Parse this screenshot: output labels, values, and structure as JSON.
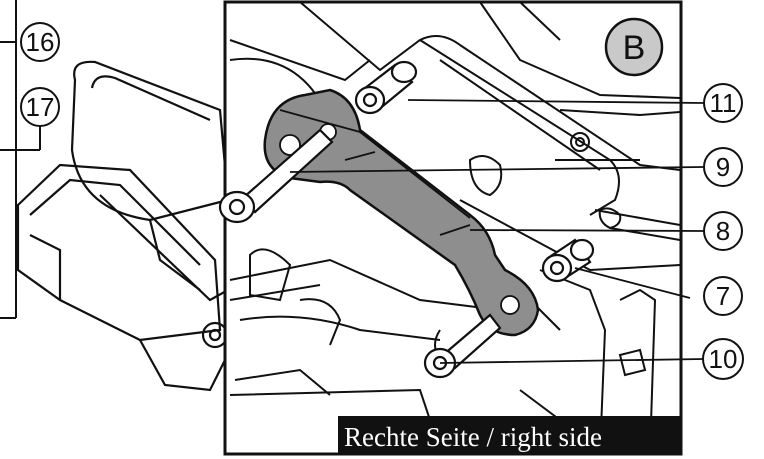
{
  "panel_label": "B",
  "caption": "Rechte Seite / right side",
  "callouts": {
    "c16": "16",
    "c17": "17",
    "c11": "11",
    "c9": "9",
    "c8": "8",
    "c7": "7",
    "c10": "10"
  },
  "colors": {
    "line": "#111111",
    "bracket_fill": "#8e8e8e",
    "panel_circle_fill": "#c9c9c9",
    "caption_bg": "#111111",
    "caption_text": "#ffffff"
  }
}
